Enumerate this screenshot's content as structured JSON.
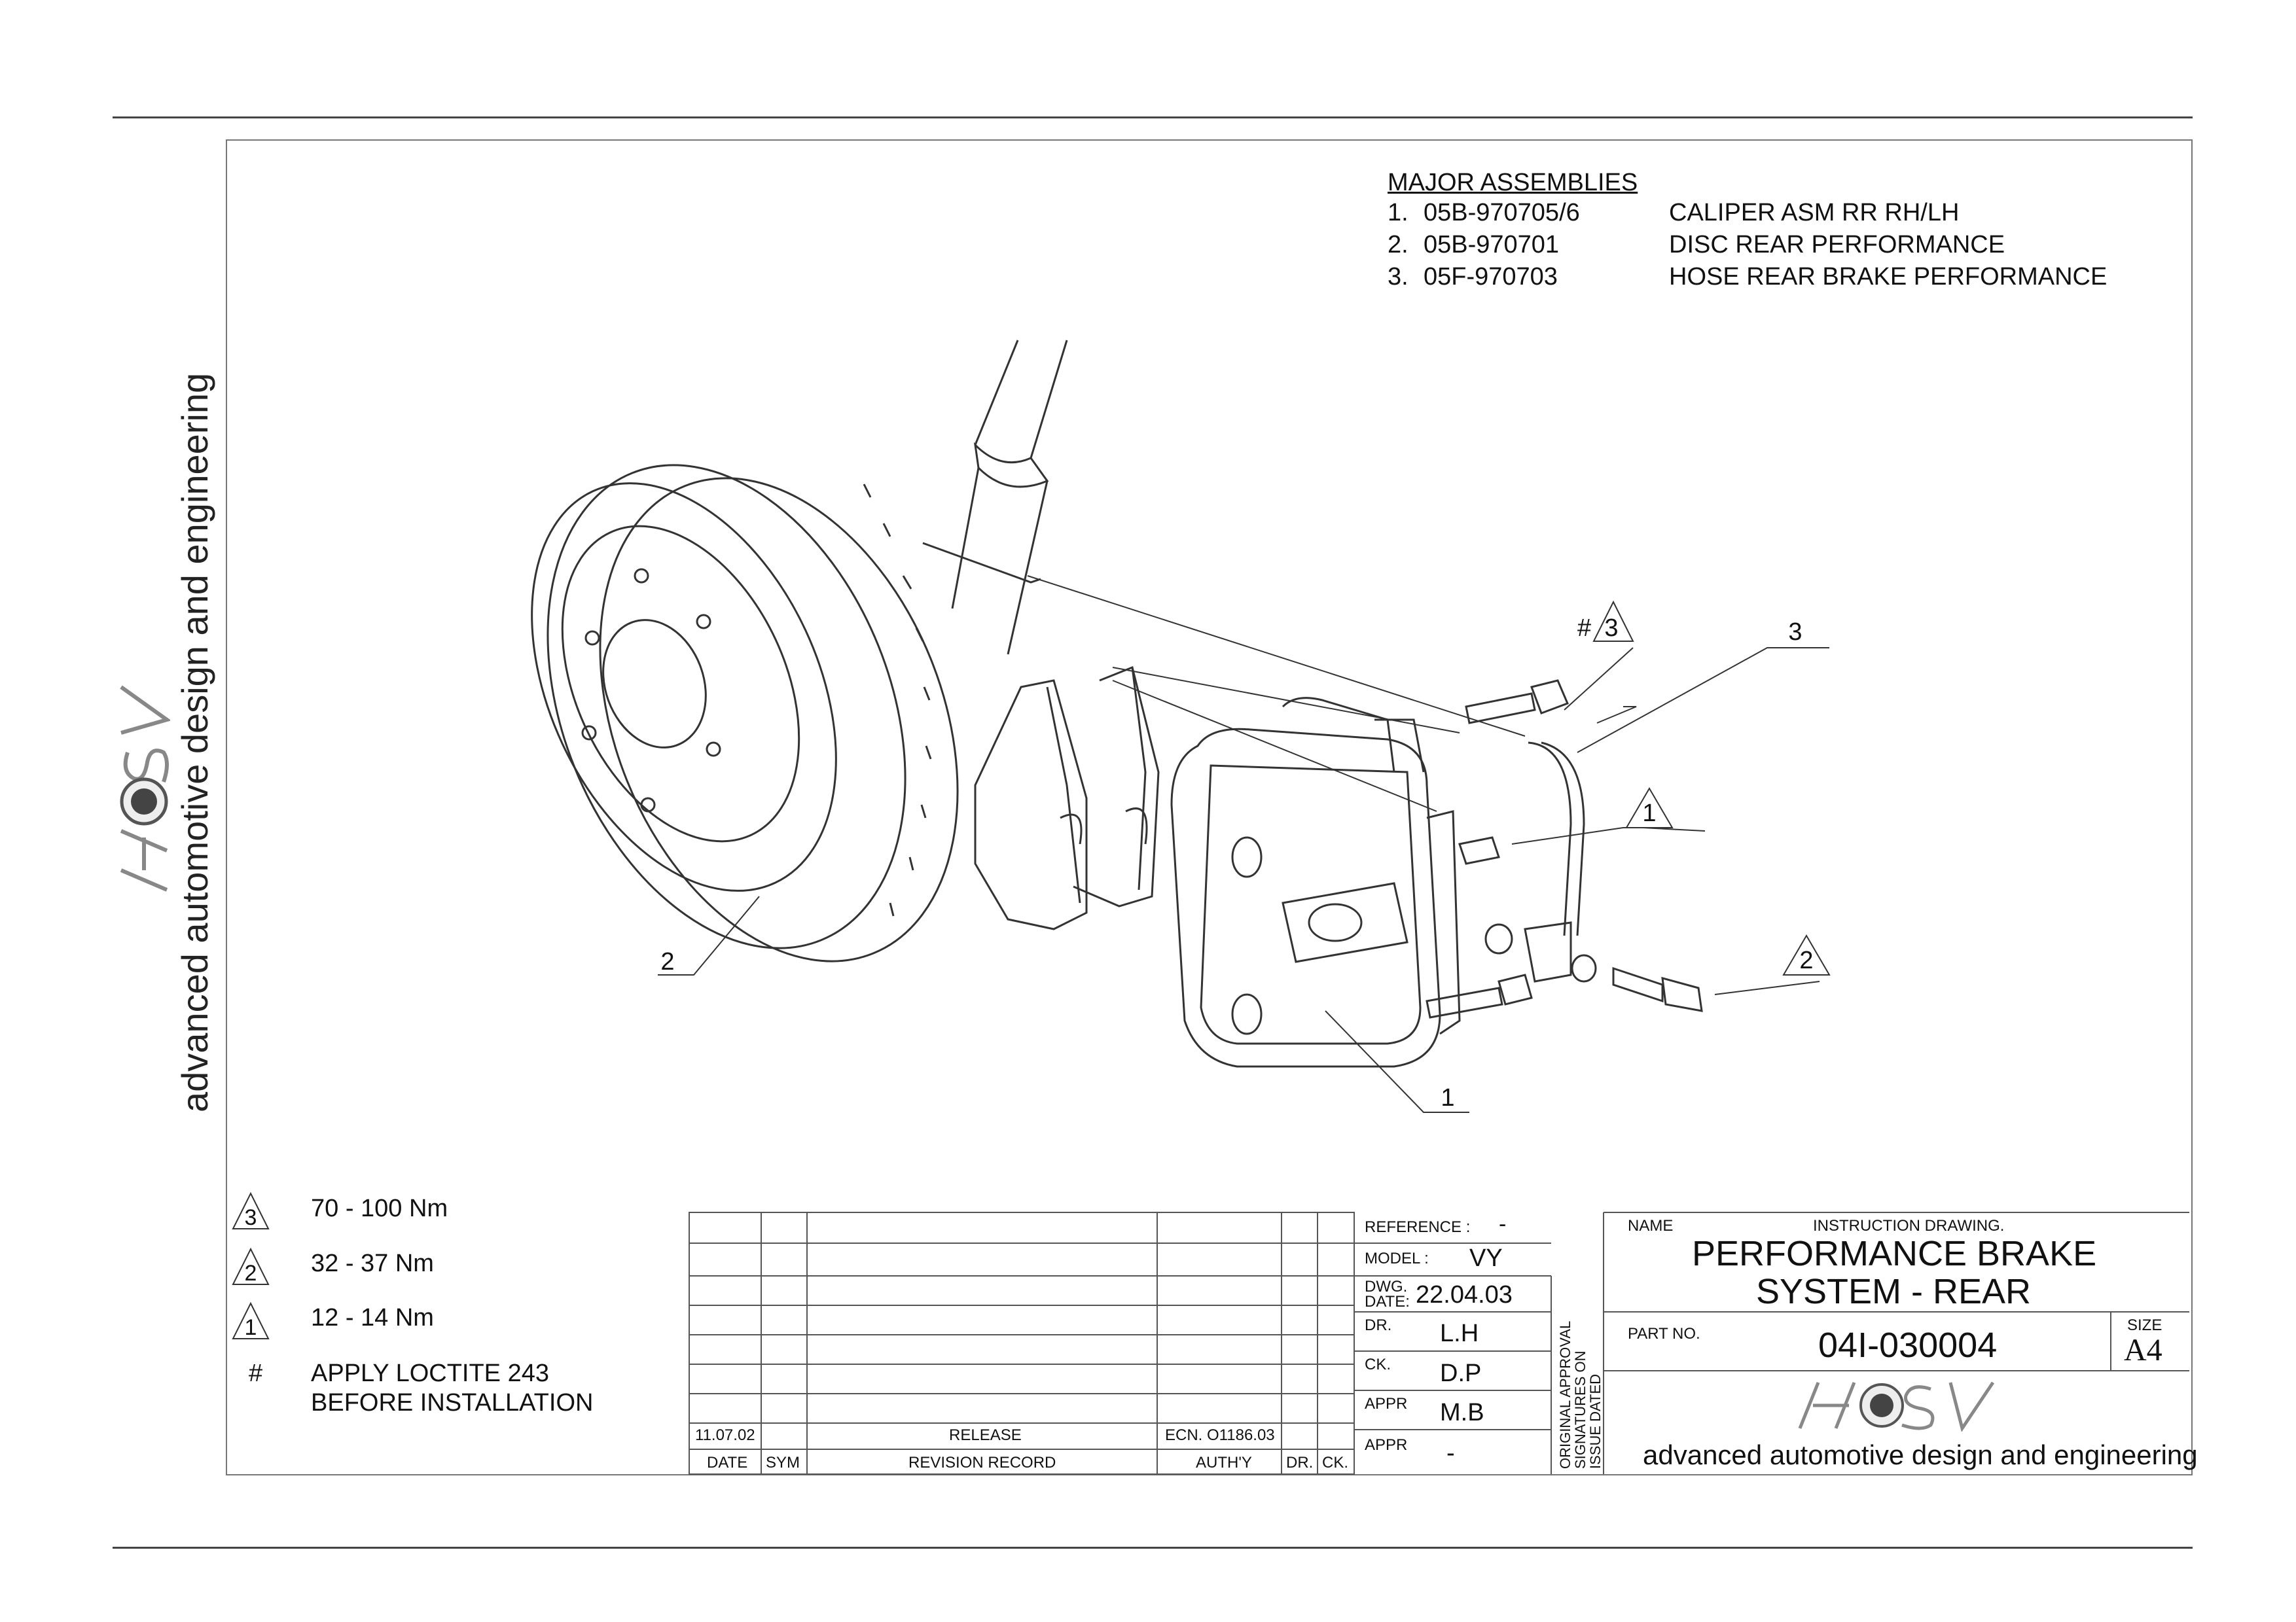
{
  "major_assemblies": {
    "heading": "MAJOR ASSEMBLIES",
    "items": [
      {
        "num": "1.",
        "part": "05B-970705/6",
        "desc": "CALIPER ASM RR RH/LH"
      },
      {
        "num": "2.",
        "part": "05B-970701",
        "desc": "DISC REAR PERFORMANCE"
      },
      {
        "num": "3.",
        "part": "05F-970703",
        "desc": "HOSE REAR BRAKE PERFORMANCE"
      }
    ]
  },
  "callouts": {
    "hash_three_hash": "#",
    "hash_three_num": "3",
    "hose": "3",
    "caliper_bolt": "1",
    "banjo_bolt": "2",
    "disc": "2",
    "caliper": "1"
  },
  "torque_legend": [
    {
      "symbol": "3",
      "text": "70 - 100 Nm"
    },
    {
      "symbol": "2",
      "text": "32 - 37 Nm"
    },
    {
      "symbol": "1",
      "text": "12 - 14 Nm"
    }
  ],
  "loctite_note": {
    "symbol": "#",
    "line1": "APPLY LOCTITE 243",
    "line2": "BEFORE INSTALLATION"
  },
  "brand": {
    "logo_text": "HSV",
    "tagline": "advanced automotive design and engineering"
  },
  "revision_table": {
    "row": {
      "date": "11.07.02",
      "sym": "",
      "record": "RELEASE",
      "authy": "ECN. O1186.03",
      "dr": "",
      "ck": ""
    },
    "headers": {
      "date": "DATE",
      "sym": "SYM",
      "record": "REVISION RECORD",
      "authy": "AUTH'Y",
      "dr": "DR.",
      "ck": "CK."
    }
  },
  "title_block": {
    "reference_label": "REFERENCE :",
    "reference_value": "-",
    "model_label": "MODEL :",
    "model_value": "VY",
    "dwg_date_label_1": "DWG.",
    "dwg_date_label_2": "DATE:",
    "dwg_date_value": "22.04.03",
    "dr_label": "DR.",
    "dr_value": "L.H",
    "ck_label": "CK.",
    "ck_value": "D.P",
    "appr1_label": "APPR",
    "appr1_value": "M.B",
    "appr2_label": "APPR",
    "appr2_value": "-",
    "signatures_line1": "ORIGINAL APPROVAL",
    "signatures_line2": "SIGNATURES ON",
    "signatures_line3": "ISSUE DATED",
    "name_label": "NAME",
    "name_caption": "INSTRUCTION DRAWING.",
    "title_line1": "PERFORMANCE BRAKE",
    "title_line2": "SYSTEM - REAR",
    "part_no_label": "PART NO.",
    "part_no_value": "04I-030004",
    "size_label": "SIZE",
    "size_value": "A4"
  }
}
